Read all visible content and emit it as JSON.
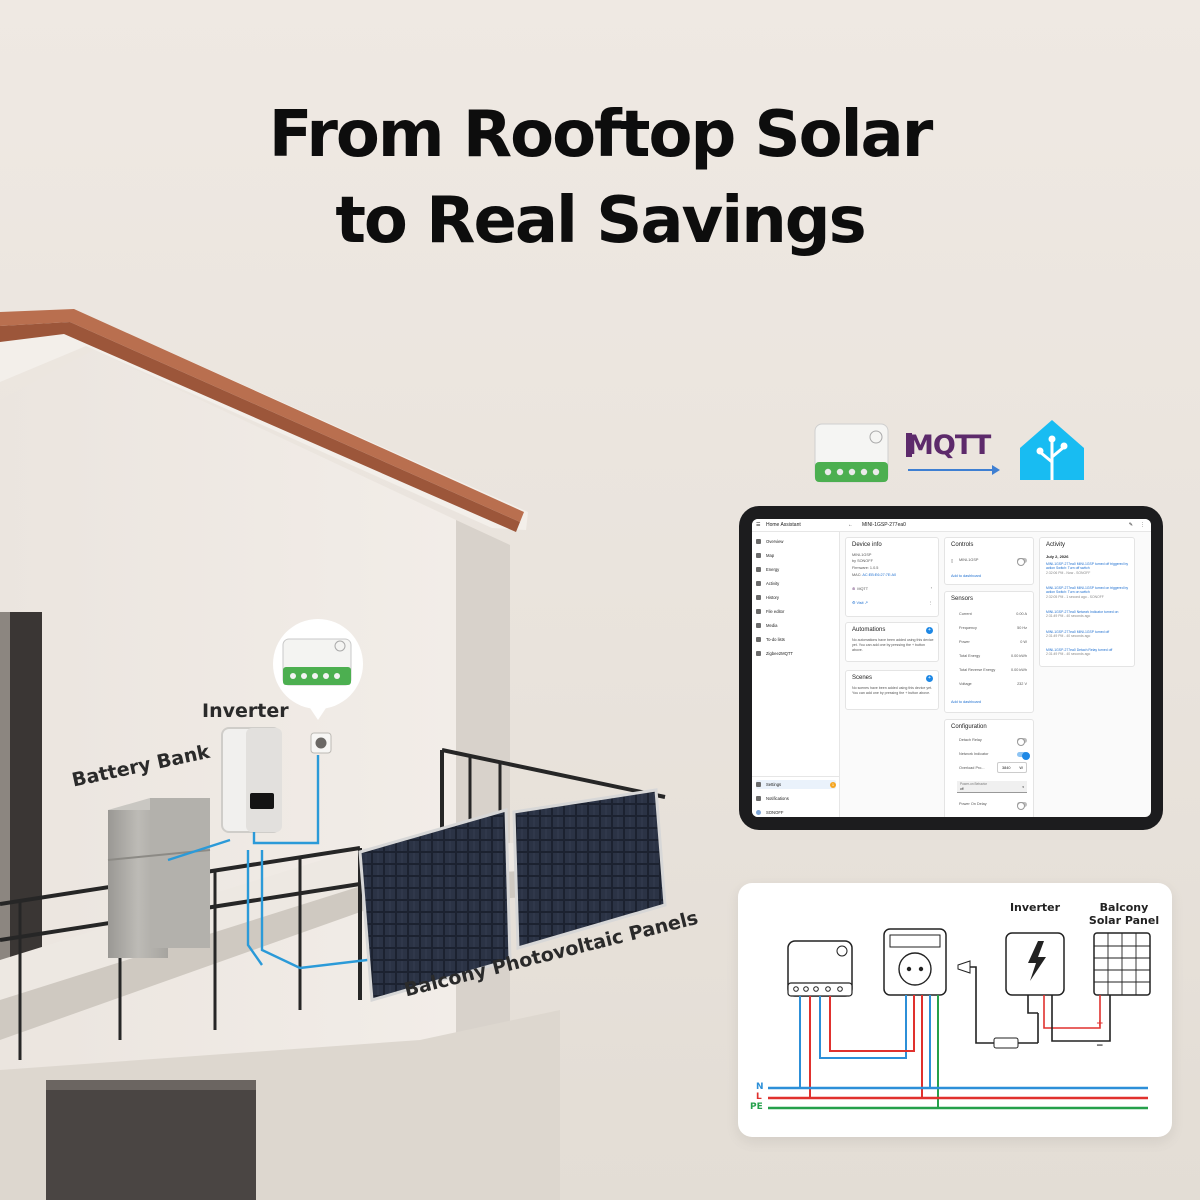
{
  "headline": {
    "line1": "From Rooftop Solar",
    "line2": "to Real Savings"
  },
  "scene_labels": {
    "inverter": "Inverter",
    "battery_bank": "Battery Bank",
    "balcony_panels": "Balcony Photovoltaic Panels"
  },
  "device": {
    "brand": "SONOFF"
  },
  "integration": {
    "mqtt": "MQTT"
  },
  "ha": {
    "app_title": "Home Assistant",
    "device_title": "MINI-1GSP-277ea0",
    "sidebar": [
      {
        "label": "Overview",
        "icon": "grid-icon"
      },
      {
        "label": "Map",
        "icon": "map-icon"
      },
      {
        "label": "Energy",
        "icon": "bolt-icon"
      },
      {
        "label": "Activity",
        "icon": "list-icon"
      },
      {
        "label": "History",
        "icon": "chart-icon"
      },
      {
        "label": "File editor",
        "icon": "wrench-icon"
      },
      {
        "label": "Media",
        "icon": "media-icon"
      },
      {
        "label": "To-do lists",
        "icon": "todo-icon"
      },
      {
        "label": "Zigbee2MQTT",
        "icon": "zigbee-icon"
      }
    ],
    "sidebar_bottom": [
      {
        "label": "Settings",
        "icon": "gear-icon",
        "badge": "1"
      },
      {
        "label": "Notifications",
        "icon": "bell-icon"
      },
      {
        "label": "SONOFF",
        "icon": "user-avatar"
      }
    ],
    "device_info": {
      "title": "Device info",
      "model": "MINI-1GSP",
      "by": "by SONOFF",
      "firmware": "Firmware: 1.0.5",
      "mac_label": "MAC:",
      "mac_value": "AC:EB:E6:27:7E:A0",
      "integration": "MQTT",
      "visit": "Visit"
    },
    "automations": {
      "title": "Automations",
      "text": "No automations have been added using this device yet. You can add one by pressing the + button above."
    },
    "scenes": {
      "title": "Scenes",
      "text": "No scenes have been added using this device yet. You can add one by pressing the + button above."
    },
    "controls": {
      "title": "Controls",
      "switch_label": "MINI-1GSP",
      "add_link": "Add to dashboard"
    },
    "sensors": {
      "title": "Sensors",
      "rows": [
        {
          "label": "Current",
          "value": "0.00 A"
        },
        {
          "label": "Frequency",
          "value": "50 Hz"
        },
        {
          "label": "Power",
          "value": "0 W"
        },
        {
          "label": "Total Energy",
          "value": "0.00 kWh"
        },
        {
          "label": "Total Reverse Energy",
          "value": "0.00 kWh"
        },
        {
          "label": "Voltage",
          "value": "232 V"
        }
      ],
      "add_link": "Add to dashboard"
    },
    "configuration": {
      "title": "Configuration",
      "detach_relay": "Detach Relay",
      "network_indicator": "Network Indicator",
      "overload_label": "Overload Pro...",
      "overload_value": "3840",
      "overload_unit": "W",
      "power_on_label": "Power-on Behavior",
      "power_on_value": "off",
      "power_on_delay": "Power On Delay"
    },
    "activity": {
      "title": "Activity",
      "date": "July 2, 2026",
      "entries": [
        {
          "text": "MINI-1GSP-277ea0 MINI-1GSP turned off triggered by action Switch: Turn off switch",
          "time": "2:32:06 PM - Now - SONOFF"
        },
        {
          "text": "MINI-1GSP-277ea0 MINI-1GSP turned on triggered by action Switch: Turn on switch",
          "time": "2:32:05 PM - 1 second ago - SONOFF"
        },
        {
          "text": "MINI-1GSP-277ea0 Network Indicator turned on",
          "time": "2:31:49 PM - 40 seconds ago"
        },
        {
          "text": "MINI-1GSP-277ea0 MINI-1GSP turned off",
          "time": "2:31:49 PM - 40 seconds ago"
        },
        {
          "text": "MINI-1GSP-277ea0 Detach Relay turned off",
          "time": "2:31:49 PM - 40 seconds ago"
        }
      ]
    }
  },
  "wiring": {
    "inverter_label": "Inverter",
    "panel_label": "Balcony Solar Panel",
    "bus": [
      "N",
      "L",
      "PE"
    ],
    "plus": "+",
    "minus": "−",
    "colors": {
      "N": "#2c8fd8",
      "L": "#e0312e",
      "PE": "#25a04b"
    }
  }
}
